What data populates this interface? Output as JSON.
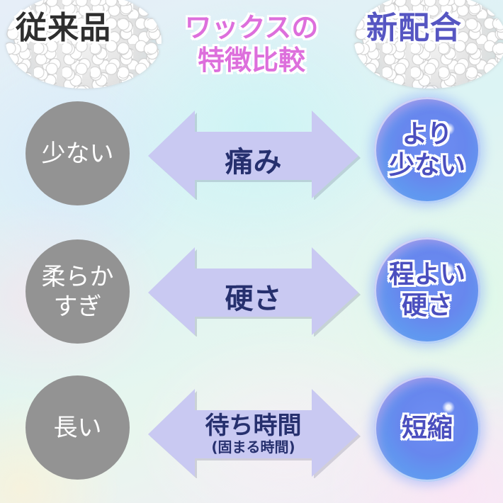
{
  "header": {
    "left_label": "従来品",
    "title_line1": "ワックスの",
    "title_line2": "特徴比較",
    "right_label": "新配合"
  },
  "colors": {
    "old_circle": "#939393",
    "arrow_fill": "#c9c9f2",
    "arrow_text": "#26306e",
    "title_pink": "#dd6fdc",
    "new_text": "#4b4fbf",
    "old_header_text": "#2e2e2e"
  },
  "rows": [
    {
      "old": {
        "line1": "少ない",
        "line2": ""
      },
      "feature": {
        "label": "痛み",
        "sublabel": ""
      },
      "new": {
        "line1": "より",
        "line2": "少ない"
      }
    },
    {
      "old": {
        "line1": "柔らか",
        "line2": "すぎ"
      },
      "feature": {
        "label": "硬さ",
        "sublabel": ""
      },
      "new": {
        "line1": "程よい",
        "line2": "硬さ"
      }
    },
    {
      "old": {
        "line1": "長い",
        "line2": ""
      },
      "feature": {
        "label": "待ち時間",
        "sublabel": "(固まる時間)"
      },
      "new": {
        "line1": "短縮",
        "line2": ""
      }
    }
  ],
  "icons": {
    "arrow": "double-headed-arrow",
    "left_image": "wax-pellets",
    "right_image": "wax-pellets"
  }
}
